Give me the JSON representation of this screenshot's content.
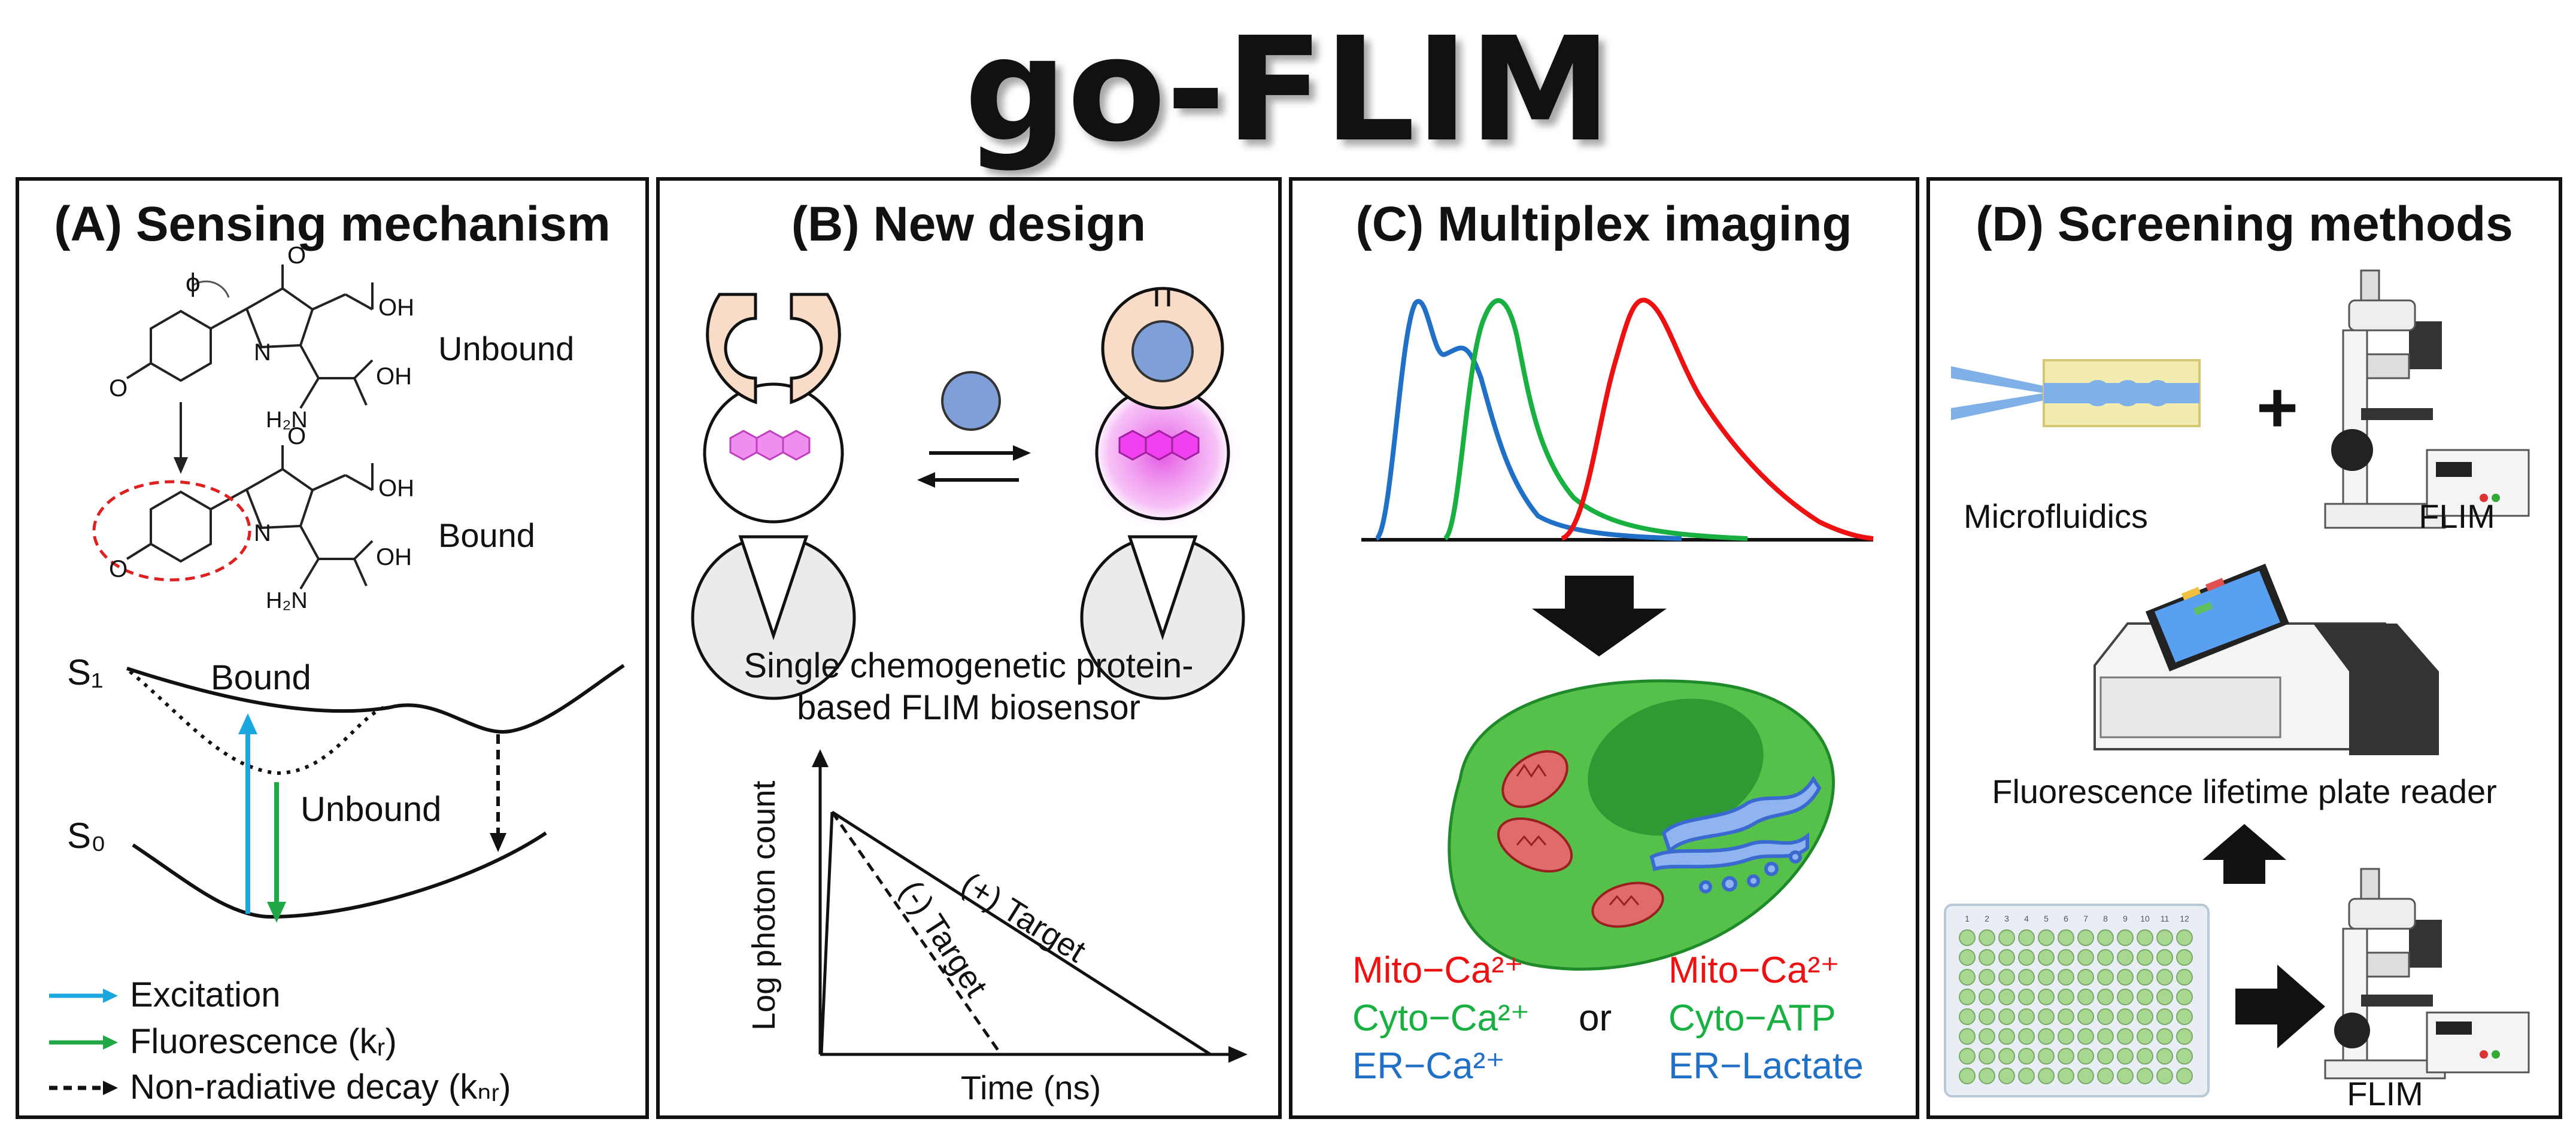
{
  "title": "go-FLIM",
  "panels": {
    "a": {
      "heading": "(A) Sensing mechanism",
      "unbound": "Unbound",
      "bound": "Bound",
      "phi": "ϕ",
      "o": "O",
      "oh": "OH",
      "n": "N",
      "h2n": "H₂N",
      "energy_s1": "S₁",
      "energy_s0": "S₀",
      "curve_bound": "Bound",
      "curve_unbound": "Unbound",
      "legend": {
        "excitation": "Excitation",
        "fluorescence": "Fluorescence (kᵣ)",
        "nonrad": "Non-radiative decay (kₙᵣ)"
      },
      "colors": {
        "excitation": "#1aa7e0",
        "fluorescence": "#1fa845",
        "ring": "#e02020"
      }
    },
    "b": {
      "heading": "(B) New design",
      "caption_line1": "Single chemogenetic protein-",
      "caption_line2": "based FLIM biosensor",
      "ylabel": "Log photon count",
      "xlabel": "Time (ns)",
      "plus_target": "(+) Target",
      "minus_target": "(-) Target",
      "colors": {
        "sensor": "#f8dcc8",
        "ligand": "#7f9fd9",
        "chromophore": "#f060f0",
        "glow": "#e040e0"
      }
    },
    "c": {
      "heading": "(C) Multiplex imaging",
      "left_list": [
        "Mito−Ca²⁺",
        "Cyto−Ca²⁺",
        "ER−Ca²⁺"
      ],
      "or": "or",
      "right_list": [
        "Mito−Ca²⁺",
        "Cyto−ATP",
        "ER−Lactate"
      ],
      "colors": {
        "red": "#ee1111",
        "green": "#18b040",
        "blue": "#2070c8",
        "cell": "#55c04a",
        "nucleus": "#2e9a34"
      }
    },
    "d": {
      "heading": "(D) Screening methods",
      "microfluidics": "Microfluidics",
      "plus": "+",
      "flim_top": "FLIM",
      "plate_reader": "Fluorescence lifetime plate reader",
      "flim_bottom": "FLIM",
      "plate_cols": [
        "1",
        "2",
        "3",
        "4",
        "5",
        "6",
        "7",
        "8",
        "9",
        "10",
        "11",
        "12"
      ]
    }
  }
}
